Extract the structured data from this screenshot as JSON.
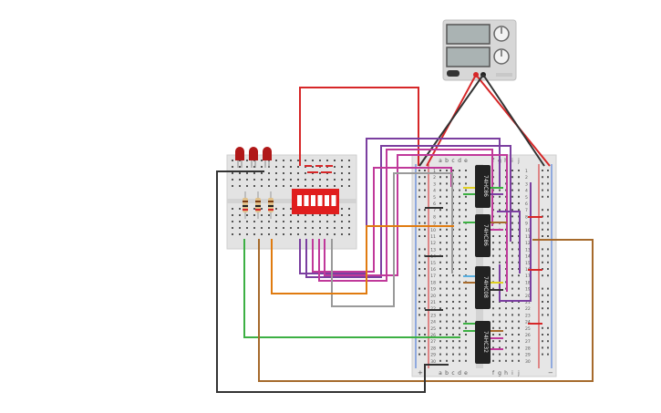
{
  "power_supply": {
    "display_top": "",
    "display_bottom": ""
  },
  "breadboard": {
    "column_labels": [
      "a",
      "b",
      "c",
      "d",
      "e",
      "f",
      "g",
      "h",
      "i",
      "j"
    ],
    "rail_plus": "+",
    "rail_minus": "−",
    "row_numbers": [
      "1",
      "2",
      "3",
      "4",
      "5",
      "6",
      "7",
      "8",
      "9",
      "10",
      "11",
      "12",
      "13",
      "14",
      "15",
      "16",
      "17",
      "18",
      "19",
      "20",
      "21",
      "22",
      "23",
      "24",
      "25",
      "26",
      "27",
      "28",
      "29",
      "30"
    ]
  },
  "chips": [
    {
      "label": "74HC86"
    },
    {
      "label": "74HC86"
    },
    {
      "label": "74HC08"
    },
    {
      "label": "74HC32"
    }
  ],
  "leds": {
    "count": 3,
    "color": "#b01818"
  },
  "dip_switch": {
    "positions": 6,
    "color": "#e01e1e"
  },
  "colors": {
    "wire_red": "#d62728",
    "wire_black": "#333333",
    "wire_purple": "#7b3fa0",
    "wire_magenta": "#c0399a",
    "wire_orange": "#e07b10",
    "wire_green": "#3cb043",
    "wire_brown": "#a66a2c",
    "wire_gray": "#9a9a9a"
  }
}
